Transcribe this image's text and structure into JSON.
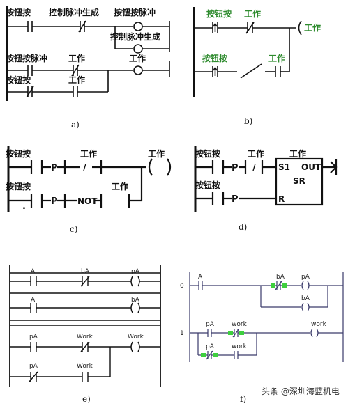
{
  "panel_a": {
    "caption": "a)",
    "btn": "按钮按",
    "ctrl_gen": "控制脉冲生成",
    "btn_pulse": "按钮按脉冲",
    "ctrl_gen_2": "控制脉冲生成",
    "btn_pulse_2": "按钮按脉冲",
    "work": "工作",
    "work_out": "工作",
    "btn_2": "按钮按",
    "work_2": "工作"
  },
  "panel_b": {
    "caption": "b)",
    "btn": "按钮按",
    "work": "工作",
    "work_out": "工作",
    "btn_2": "按钮按",
    "work_2": "工作"
  },
  "panel_c": {
    "caption": "c)",
    "btn": "按钮按",
    "p": "P",
    "work": "工作",
    "slash": "/",
    "work_out": "工作",
    "btn_2": "按钮按",
    "dot": ".",
    "p2": "P",
    "not": "NOT",
    "work_2": "工作"
  },
  "panel_d": {
    "caption": "d)",
    "btn": "按钮按",
    "p": "P",
    "work": "工作",
    "slash": "/",
    "work_box": "工作",
    "s1": "S1",
    "out": "OUT",
    "sr": "SR",
    "btn_2": "按钮按",
    "p2": "P",
    "r": "R"
  },
  "panel_e": {
    "caption": "e)",
    "a": "A",
    "ba": "bA",
    "pa": "pA",
    "a2": "A",
    "ba2": "bA",
    "pa3": "pA",
    "work": "Work",
    "work_out": "Work",
    "pa4": "pA",
    "work2": "Work"
  },
  "panel_f": {
    "caption": "f)",
    "rung0": "0",
    "a": "A",
    "ba": "bA",
    "pa": "pA",
    "ba2": "bA",
    "rung1": "1",
    "pa2": "pA",
    "work": "work",
    "work_out": "work",
    "pa3": "pA"
  },
  "watermark": "头条 @深圳海蓝机电"
}
